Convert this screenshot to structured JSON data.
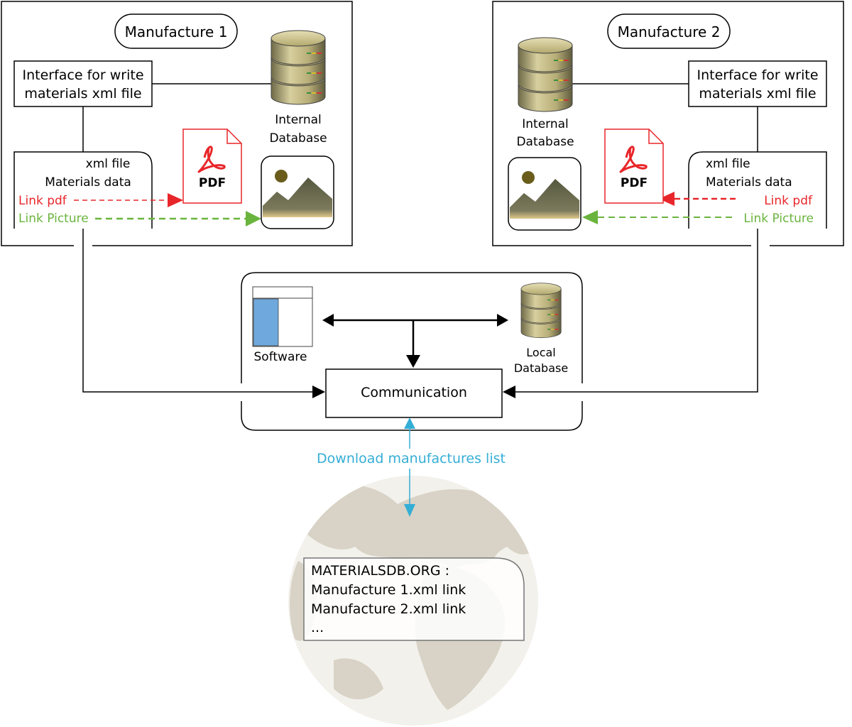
{
  "manufacture_1": {
    "title": "Manufacture 1",
    "interface_line1": "Interface for write",
    "interface_line2": "materials xml file",
    "db_line1": "Internal",
    "db_line2": "Database",
    "xml_line1": "xml file",
    "xml_line2": "Materials data",
    "link_pdf": "Link pdf",
    "link_picture": "Link Picture",
    "pdf_label": "PDF"
  },
  "manufacture_2": {
    "title": "Manufacture 2",
    "interface_line1": "Interface for write",
    "interface_line2": "materials xml file",
    "db_line1": "Internal",
    "db_line2": "Database",
    "xml_line1": "xml file",
    "xml_line2": "Materials data",
    "link_pdf": "Link pdf",
    "link_picture": "Link Picture",
    "pdf_label": "PDF"
  },
  "software": {
    "label": "Software",
    "local_db_line1": "Local",
    "local_db_line2": "Database",
    "communication": "Communication"
  },
  "download_label": "Download manufactures list",
  "registry": {
    "line1": "MATERIALSDB.ORG :",
    "line2": "Manufacture 1.xml link",
    "line3": "Manufacture 2.xml link",
    "line4": "..."
  },
  "colors": {
    "link_pdf": "#e8262a",
    "link_picture": "#6ab43e",
    "download": "#35aed6",
    "software_panel": "#6fa8dc",
    "globe": "#d8d3c6",
    "db_body": "#c8bd86"
  }
}
